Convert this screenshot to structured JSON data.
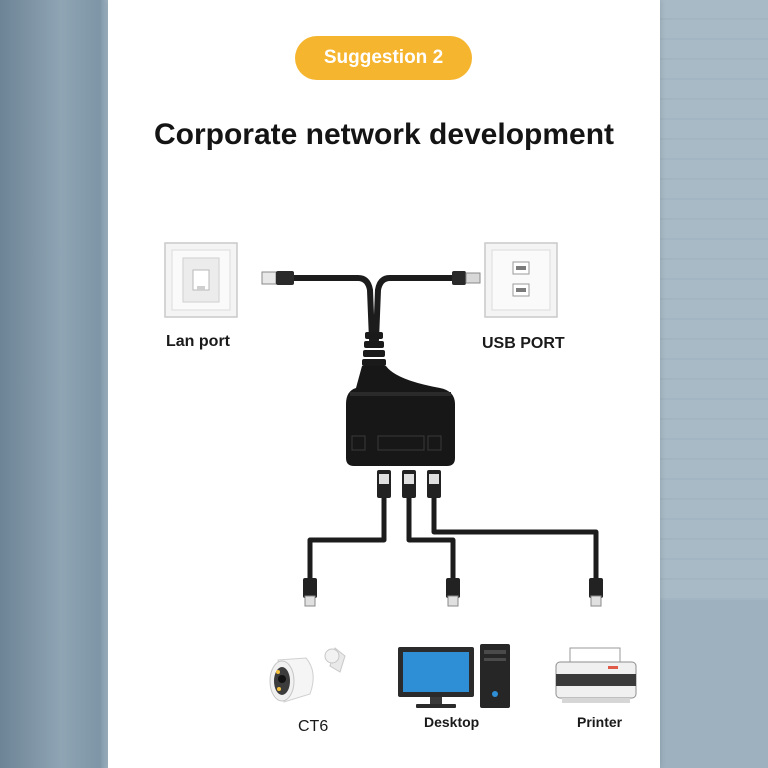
{
  "badge": "Suggestion 2",
  "title": "Corporate network development",
  "ports": {
    "lan": "Lan port",
    "usb": "USB PORT"
  },
  "devices": {
    "camera": "CT6",
    "desktop": "Desktop",
    "printer": "Printer"
  },
  "colors": {
    "badge": "#f6b52e",
    "cable": "#1c1c1c"
  }
}
